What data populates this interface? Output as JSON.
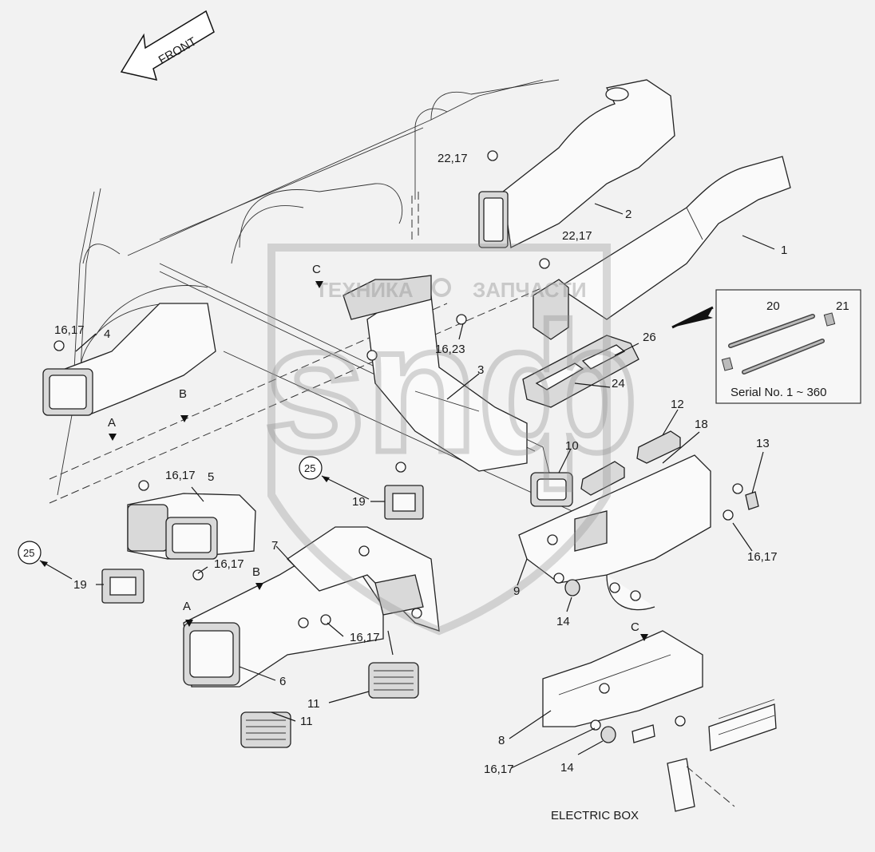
{
  "diagram": {
    "front_label": "FRONT",
    "serial_note": "Serial No. 1 ~ 360",
    "electric_box_label": "ELECTRIC BOX",
    "watermark": {
      "text_left": "ТЕХНИКА",
      "text_right": "ЗАПЧАСТИ",
      "logo_letters": "snф"
    },
    "labels": {
      "l1": "1",
      "l2": "2",
      "l3": "3",
      "l4": "4",
      "l5": "5",
      "l6": "6",
      "l7": "7",
      "l8": "8",
      "l9": "9",
      "l10": "10",
      "l11a": "11",
      "l11b": "11",
      "l12": "12",
      "l13": "13",
      "l14a": "14",
      "l14b": "14",
      "l16_17a": "16,17",
      "l16_17b": "16,17",
      "l16_17c": "16,17",
      "l16_17d": "16,17",
      "l16_17e": "16,17",
      "l16_17f": "16,17",
      "l16_23": "16,23",
      "l18": "18",
      "l19a": "19",
      "l19b": "19",
      "l20": "20",
      "l21": "21",
      "l22_17a": "22,17",
      "l22_17b": "22,17",
      "l24": "24",
      "l25a": "25",
      "l25b": "25",
      "l26": "26",
      "ref_a1": "A",
      "ref_a2": "A",
      "ref_b1": "B",
      "ref_b2": "B",
      "ref_c1": "C",
      "ref_c2": "C"
    }
  }
}
